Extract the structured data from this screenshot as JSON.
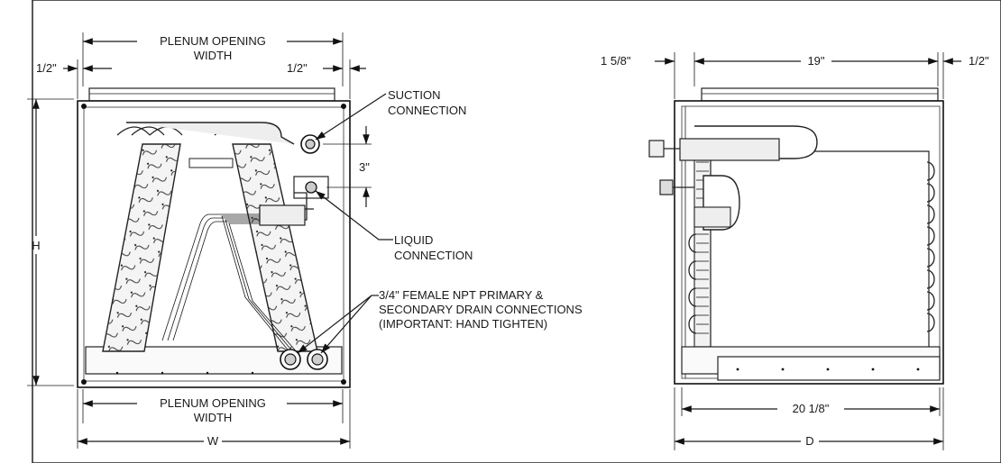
{
  "front_view": {
    "plenum_opening_top": [
      "PLENUM OPENING",
      "WIDTH"
    ],
    "offset_left": "1/2\"",
    "offset_right": "1/2\"",
    "height_label": "H",
    "suction": [
      "SUCTION",
      "CONNECTION"
    ],
    "spacing_label": "3\"",
    "liquid": [
      "LIQUID",
      "CONNECTION"
    ],
    "drain_note": [
      "3/4\" FEMALE NPT PRIMARY &",
      "SECONDARY DRAIN CONNECTIONS",
      "(IMPORTANT: HAND TIGHTEN)"
    ],
    "plenum_opening_bottom": [
      "PLENUM OPENING",
      "WIDTH"
    ],
    "width_label": "W"
  },
  "side_view": {
    "offset_left": "1 5/8\"",
    "inner_width": "19\"",
    "offset_right": "1/2\"",
    "base_width": "20 1/8\"",
    "depth_label": "D"
  },
  "colors": {
    "ink": "#1a1a1a",
    "background": "#ffffff"
  }
}
